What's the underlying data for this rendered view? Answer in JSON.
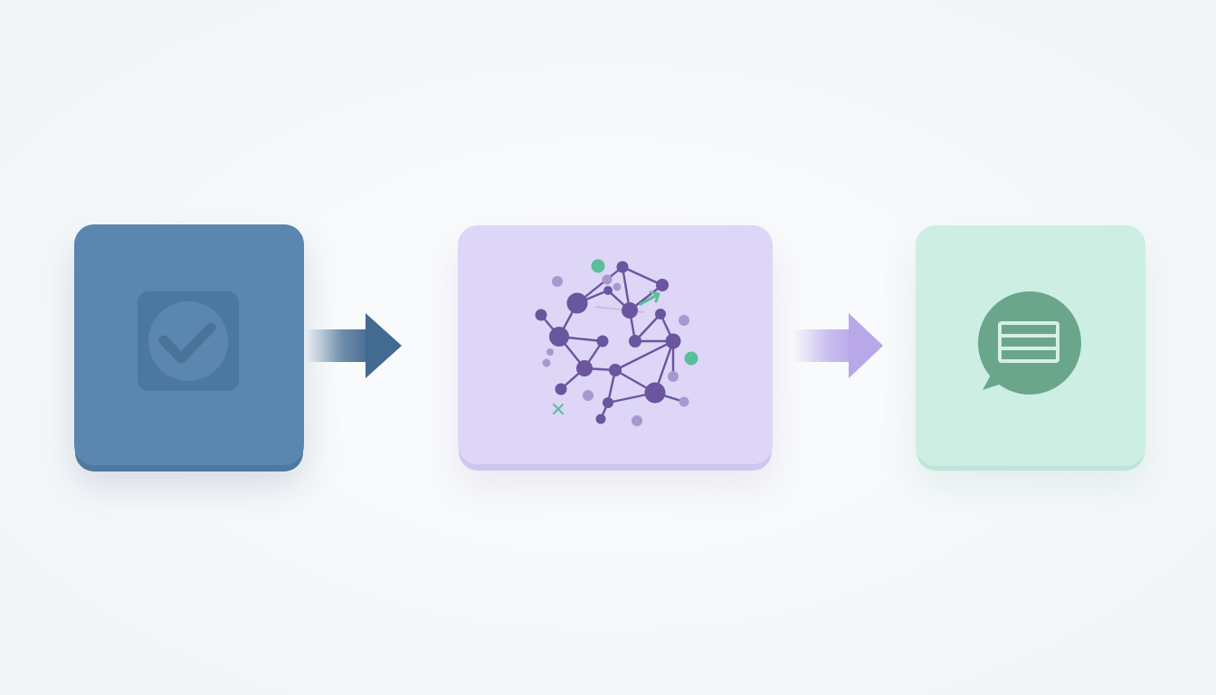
{
  "diagram": {
    "steps": [
      {
        "id": "validate",
        "icon": "checkbox-check-icon",
        "color": "#5a86b0"
      },
      {
        "id": "graph",
        "icon": "network-graph-icon",
        "color": "#ddd6f6"
      },
      {
        "id": "chat",
        "icon": "chat-bubble-icon",
        "color": "#cdeee2"
      }
    ],
    "connectors": [
      {
        "from": "validate",
        "to": "graph",
        "color": "#436a90"
      },
      {
        "from": "graph",
        "to": "chat",
        "color": "#b8a8ea"
      }
    ],
    "accent_colors": {
      "node_purple": "#6a559f",
      "node_light": "#a998cf",
      "node_teal": "#5cbd9a",
      "bubble_green": "#6aa68c"
    }
  }
}
